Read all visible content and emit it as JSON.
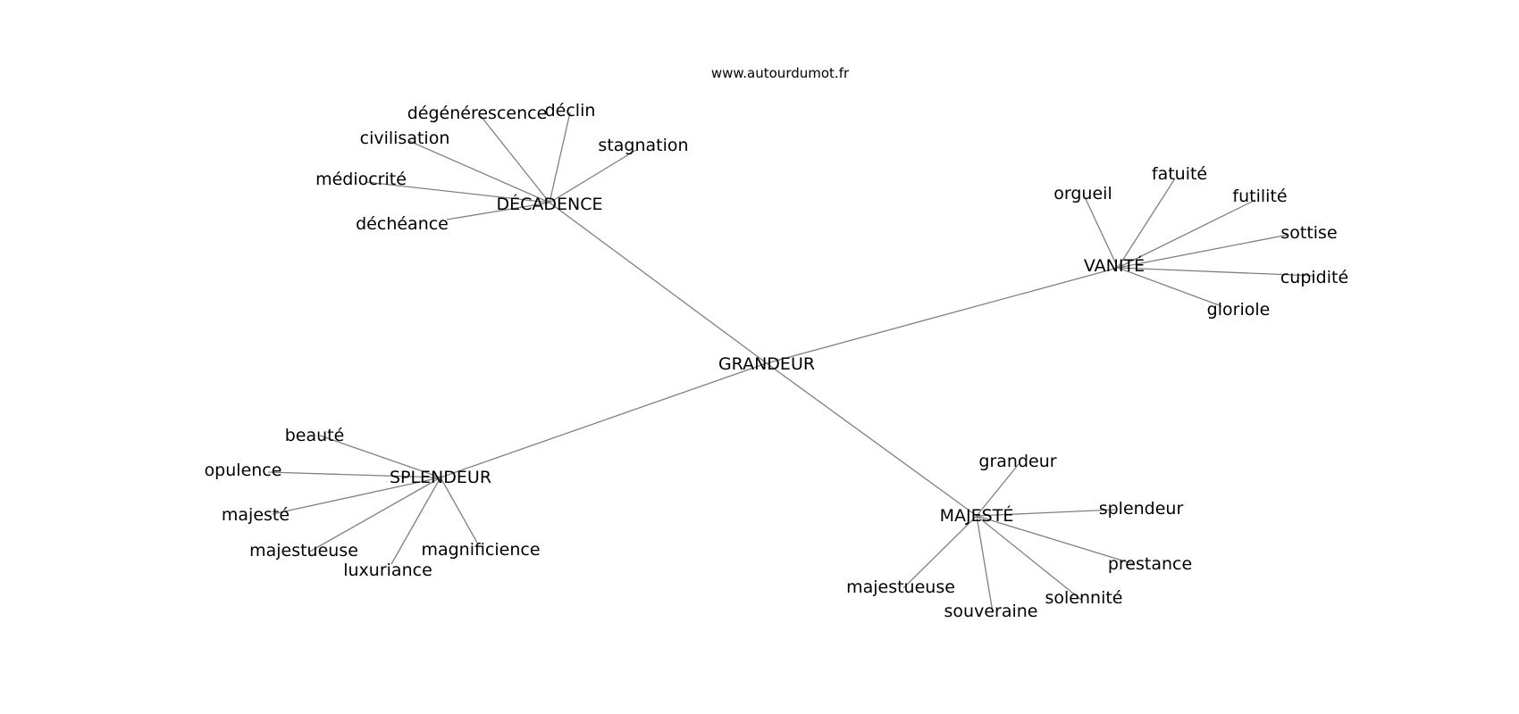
{
  "header": {
    "site": "www.autourdumot.fr"
  },
  "graph": {
    "center": {
      "id": "grandeur-main",
      "label": "GRANDEUR"
    },
    "clusters": [
      {
        "id": "decadence",
        "label": "DÉCADENCE",
        "words": [
          "dégénérescence",
          "déclin",
          "stagnation",
          "civilisation",
          "médiocrité",
          "déchéance"
        ]
      },
      {
        "id": "vanite",
        "label": "VANITÉ",
        "words": [
          "orgueil",
          "fatuité",
          "futilité",
          "sottise",
          "cupidité",
          "gloriole"
        ]
      },
      {
        "id": "splendeur-main",
        "label": "SPLENDEUR",
        "words": [
          "beauté",
          "opulence",
          "majesté",
          "majestueuse",
          "luxuriance",
          "magnificience"
        ]
      },
      {
        "id": "majeste-main",
        "label": "MAJESTÉ",
        "words": [
          "grandeur",
          "splendeur",
          "prestance",
          "solennité",
          "souveraine",
          "majestueuse"
        ]
      }
    ]
  }
}
